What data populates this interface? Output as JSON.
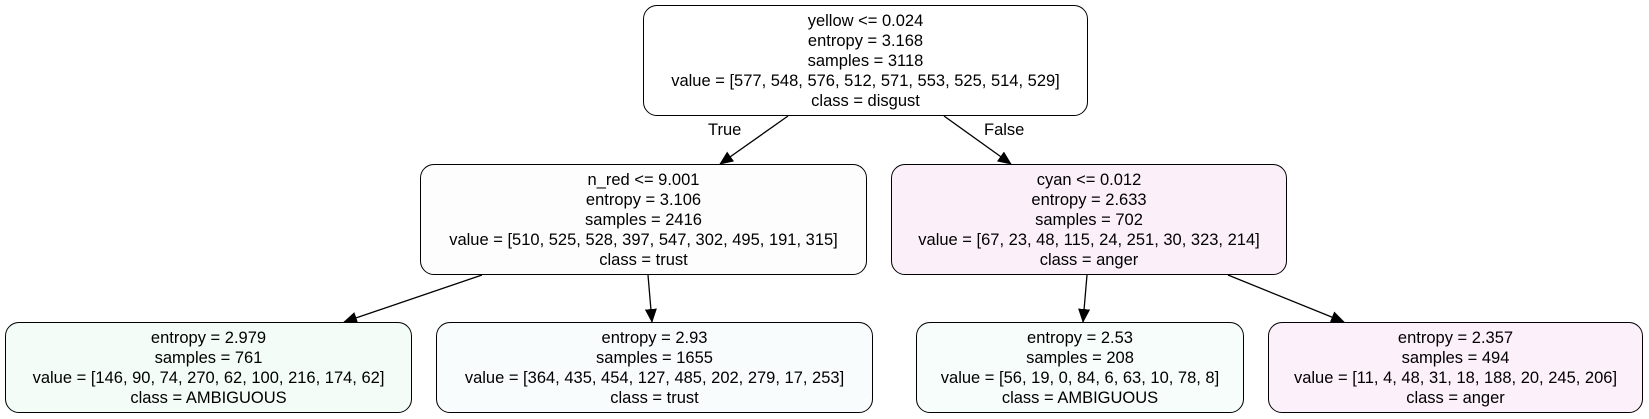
{
  "tree": {
    "root": {
      "lines": [
        "yellow <= 0.024",
        "entropy = 3.168",
        "samples = 3118",
        "value = [577, 548, 576, 512, 571, 553, 525, 514, 529]",
        "class = disgust"
      ],
      "fill": "#ffffff"
    },
    "left": {
      "lines": [
        "n_red <= 9.001",
        "entropy = 3.106",
        "samples = 2416",
        "value = [510, 525, 528, 397, 547, 302, 495, 191, 315]",
        "class = trust"
      ],
      "fill": "#fdfdfd"
    },
    "right": {
      "lines": [
        "cyan <= 0.012",
        "entropy = 2.633",
        "samples = 702",
        "value = [67, 23, 48, 115, 24, 251, 30, 323, 214]",
        "class = anger"
      ],
      "fill": "#fbeff9"
    },
    "leaf_ll": {
      "lines": [
        "entropy = 2.979",
        "samples = 761",
        "value = [146, 90, 74, 270, 62, 100, 216, 174, 62]",
        "class = AMBIGUOUS"
      ],
      "fill": "#f3fcf7"
    },
    "leaf_lr": {
      "lines": [
        "entropy = 2.93",
        "samples = 1655",
        "value = [364, 435, 454, 127, 485, 202, 279, 17, 253]",
        "class = trust"
      ],
      "fill": "#f8fcfd"
    },
    "leaf_rl": {
      "lines": [
        "entropy = 2.53",
        "samples = 208",
        "value = [56, 19, 0, 84, 6, 63, 10, 78, 8]",
        "class = AMBIGUOUS"
      ],
      "fill": "#f7fdfa"
    },
    "leaf_rr": {
      "lines": [
        "entropy = 2.357",
        "samples = 494",
        "value = [11, 4, 48, 31, 18, 188, 20, 245, 206]",
        "class = anger"
      ],
      "fill": "#fcf0fa"
    }
  },
  "edge_labels": {
    "true_label": "True",
    "false_label": "False"
  },
  "colors": {
    "stroke": "#000000"
  }
}
